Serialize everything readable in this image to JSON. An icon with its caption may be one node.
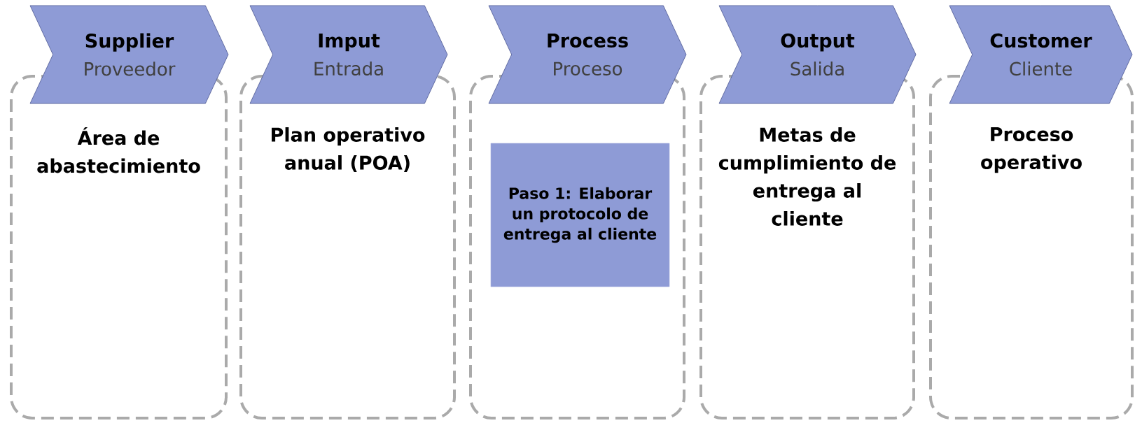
{
  "diagram": {
    "nodes": [
      {
        "text": [
          "Supplier",
          "Proveedor"
        ]
      },
      {
        "text": [
          "Área de abastecimiento"
        ]
      },
      {
        "text": [
          "Imput",
          "Entrada"
        ]
      },
      {
        "text": [
          "Plan operativo anual (POA)"
        ]
      },
      {
        "text": [
          "Process",
          "Proceso"
        ]
      },
      {
        "text": [],
        "shape": "box"
      },
      {
        "text": [
          "Output",
          "Salida"
        ]
      },
      {
        "text": [
          "Metas de cumplimiento de entrega al cliente"
        ]
      },
      {
        "text": [
          "Customer",
          "Cliente"
        ]
      },
      {
        "text": [
          "Proceso operativo"
        ]
      },
      {
        "text": [
          "Paso 1: Elaborar un protocolo de entrega al cliente"
        ],
        "in": 5
      }
    ]
  }
}
